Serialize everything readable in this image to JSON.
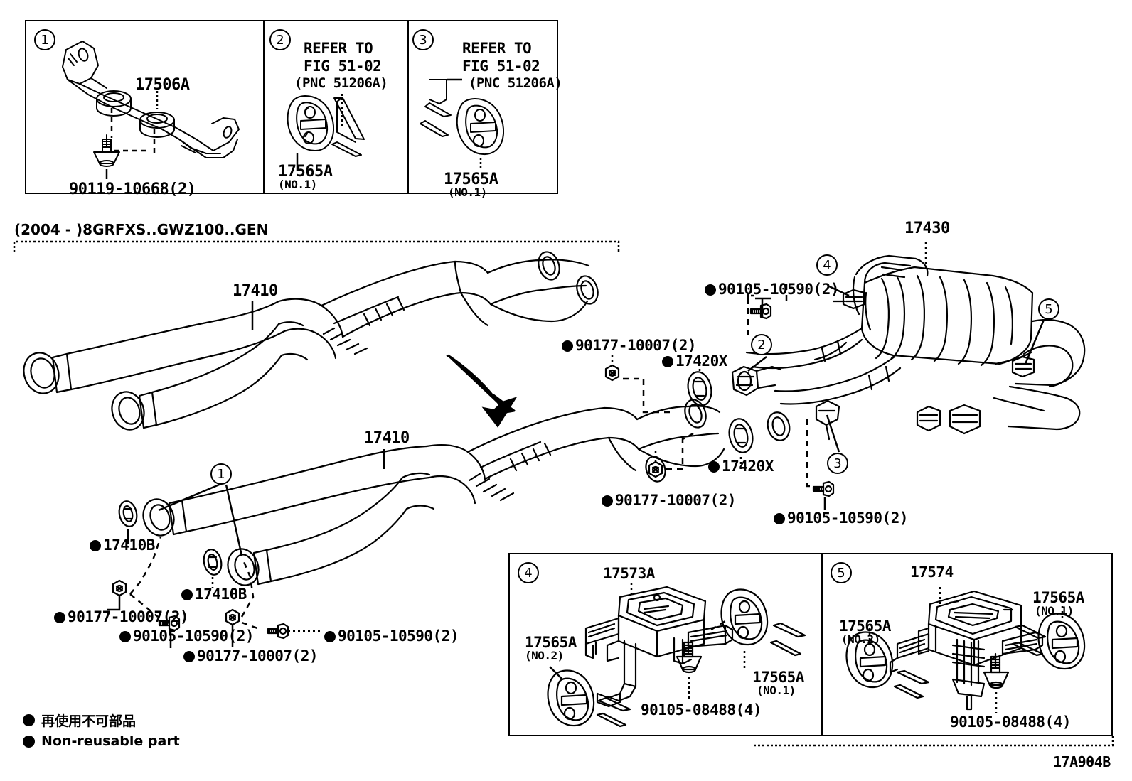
{
  "figure": {
    "code": "17A904B",
    "model_code": "(2004 -     )8GRFXS..GWZ100..GEN"
  },
  "legend": {
    "japanese": "再使用不可部品",
    "english": "Non-reusable part"
  },
  "top_panels": [
    {
      "callout": "1",
      "labels": [
        {
          "id": "p1-17506a",
          "text": "17506A"
        },
        {
          "id": "p1-90119",
          "text": "90119-10668(2)"
        }
      ]
    },
    {
      "callout": "2",
      "labels": [
        {
          "id": "p2-refer1",
          "text": "REFER TO"
        },
        {
          "id": "p2-refer2",
          "text": "FIG 51-02"
        },
        {
          "id": "p2-pnc",
          "text": "(PNC 51206A)"
        },
        {
          "id": "p2-17565a",
          "text": "17565A"
        },
        {
          "id": "p2-no1",
          "text": "(NO.1)"
        }
      ]
    },
    {
      "callout": "3",
      "labels": [
        {
          "id": "p3-refer1",
          "text": "REFER TO"
        },
        {
          "id": "p3-refer2",
          "text": "FIG 51-02"
        },
        {
          "id": "p3-pnc",
          "text": "(PNC 51206A)"
        },
        {
          "id": "p3-17565a",
          "text": "17565A"
        },
        {
          "id": "p3-no1",
          "text": "(NO.1)"
        }
      ]
    }
  ],
  "bottom_panels": [
    {
      "callout": "4",
      "labels": [
        {
          "id": "p4-17573a",
          "text": "17573A"
        },
        {
          "id": "p4-17565a-no2",
          "text": "17565A"
        },
        {
          "id": "p4-no2",
          "text": "(NO.2)"
        },
        {
          "id": "p4-17565a-no1",
          "text": "17565A"
        },
        {
          "id": "p4-no1",
          "text": "(NO.1)"
        },
        {
          "id": "p4-90105",
          "text": "90105-08488(4)"
        }
      ]
    },
    {
      "callout": "5",
      "labels": [
        {
          "id": "p5-17574",
          "text": "17574"
        },
        {
          "id": "p5-17565a-no2",
          "text": "17565A"
        },
        {
          "id": "p5-no2",
          "text": "(NO.2)"
        },
        {
          "id": "p5-17565a-no1",
          "text": "17565A"
        },
        {
          "id": "p5-no1",
          "text": "(NO.1)"
        },
        {
          "id": "p5-90105",
          "text": "90105-08488(4)"
        }
      ]
    }
  ],
  "main": {
    "part_labels": {
      "pipe_upper": "17410",
      "pipe_lower": "17410",
      "muffler": "17430",
      "gasket_upper": "17420X",
      "gasket_lower": "17420X",
      "ring_left": "17410B",
      "ring_right": "17410B",
      "nut_top": "90177-10007(2)",
      "nut_mid": "90177-10007(2)",
      "nut_left": "90177-10007(2)",
      "nut_center": "90177-10007(2)",
      "bolt_topright": "90105-10590(2)",
      "bolt_right": "90105-10590(2)",
      "bolt_left": "90105-10590(2)",
      "bolt_center": "90105-10590(2)"
    },
    "callouts": [
      "1",
      "2",
      "3",
      "4",
      "5"
    ]
  }
}
